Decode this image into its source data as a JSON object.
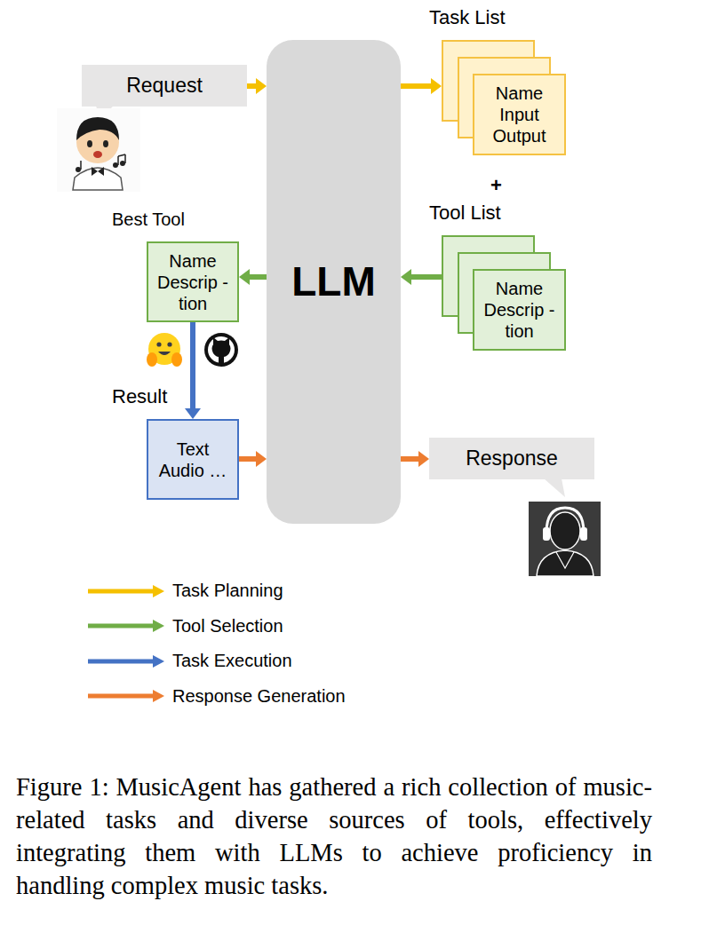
{
  "diagram": {
    "caption": "Figure 1: MusicAgent has gathered a rich collection of music-related tasks and diverse sources of tools, effectively integrating them with LLMs to achieve proficiency in handling complex music tasks.",
    "nodes": [
      {
        "text": [
          "Task List",
          "Name Input Output"
        ]
      },
      {
        "text": [
          "Request"
        ]
      },
      {
        "text": [
          "LLM"
        ]
      },
      {
        "text": [
          "Tool List",
          "Name Descrip -tion"
        ]
      },
      {
        "text": [
          "Best Tool",
          "Name Descrip -tion"
        ]
      },
      {
        "text": [
          "Result",
          "Text Audio …"
        ]
      },
      {
        "text": [
          "Response"
        ]
      }
    ],
    "edges": [
      {
        "from": 1,
        "to": 2,
        "arrow": "to"
      },
      {
        "from": 2,
        "to": 0,
        "arrow": "to"
      },
      {
        "from": 3,
        "to": 2,
        "arrow": "to"
      },
      {
        "from": 2,
        "to": 4,
        "arrow": "to"
      },
      {
        "from": 4,
        "to": 5,
        "arrow": "to"
      },
      {
        "from": 5,
        "to": 2,
        "arrow": "to"
      },
      {
        "from": 2,
        "to": 6,
        "arrow": "to"
      }
    ],
    "labels": [
      "+"
    ],
    "legend": [
      {
        "text": "Task Planning",
        "color": "#f5c000"
      },
      {
        "text": "Tool Selection",
        "color": "#70ad47"
      },
      {
        "text": "Task Execution",
        "color": "#4472c4"
      },
      {
        "text": "Response Generation",
        "color": "#ed7d31"
      }
    ]
  }
}
